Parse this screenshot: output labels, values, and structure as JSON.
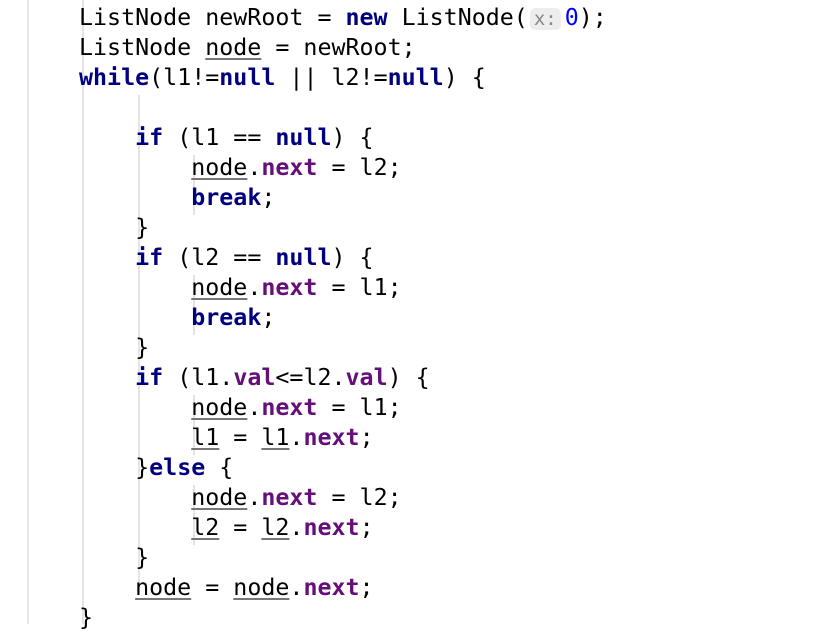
{
  "editor": {
    "lines": [
      [
        {
          "t": "ListNode newRoot = "
        },
        {
          "t": "new",
          "c": "kw"
        },
        {
          "t": " ListNode("
        },
        {
          "t": "x:",
          "c": "hint"
        },
        {
          "t": "0",
          "c": "num"
        },
        {
          "t": ");"
        }
      ],
      [
        {
          "t": "ListNode "
        },
        {
          "t": "node",
          "c": "var"
        },
        {
          "t": " = newRoot;"
        }
      ],
      [
        {
          "t": "while",
          "c": "kw"
        },
        {
          "t": "(l1!="
        },
        {
          "t": "null",
          "c": "kw"
        },
        {
          "t": " || l2!="
        },
        {
          "t": "null",
          "c": "kw"
        },
        {
          "t": ") {"
        }
      ],
      [],
      [
        {
          "t": "    "
        },
        {
          "t": "if",
          "c": "kw"
        },
        {
          "t": " (l1 == "
        },
        {
          "t": "null",
          "c": "kw"
        },
        {
          "t": ") {"
        }
      ],
      [
        {
          "t": "        "
        },
        {
          "t": "node",
          "c": "var"
        },
        {
          "t": "."
        },
        {
          "t": "next",
          "c": "field"
        },
        {
          "t": " = l2;"
        }
      ],
      [
        {
          "t": "        "
        },
        {
          "t": "break",
          "c": "kw"
        },
        {
          "t": ";"
        }
      ],
      [
        {
          "t": "    }"
        }
      ],
      [
        {
          "t": "    "
        },
        {
          "t": "if",
          "c": "kw"
        },
        {
          "t": " (l2 == "
        },
        {
          "t": "null",
          "c": "kw"
        },
        {
          "t": ") {"
        }
      ],
      [
        {
          "t": "        "
        },
        {
          "t": "node",
          "c": "var"
        },
        {
          "t": "."
        },
        {
          "t": "next",
          "c": "field"
        },
        {
          "t": " = l1;"
        }
      ],
      [
        {
          "t": "        "
        },
        {
          "t": "break",
          "c": "kw"
        },
        {
          "t": ";"
        }
      ],
      [
        {
          "t": "    }"
        }
      ],
      [
        {
          "t": "    "
        },
        {
          "t": "if",
          "c": "kw"
        },
        {
          "t": " (l1."
        },
        {
          "t": "val",
          "c": "field"
        },
        {
          "t": "<=l2."
        },
        {
          "t": "val",
          "c": "field"
        },
        {
          "t": ") {"
        }
      ],
      [
        {
          "t": "        "
        },
        {
          "t": "node",
          "c": "var"
        },
        {
          "t": "."
        },
        {
          "t": "next",
          "c": "field"
        },
        {
          "t": " = l1;"
        }
      ],
      [
        {
          "t": "        "
        },
        {
          "t": "l1",
          "c": "var"
        },
        {
          "t": " = "
        },
        {
          "t": "l1",
          "c": "var"
        },
        {
          "t": "."
        },
        {
          "t": "next",
          "c": "field"
        },
        {
          "t": ";"
        }
      ],
      [
        {
          "t": "    }"
        },
        {
          "t": "else",
          "c": "kw"
        },
        {
          "t": " {"
        }
      ],
      [
        {
          "t": "        "
        },
        {
          "t": "node",
          "c": "var"
        },
        {
          "t": "."
        },
        {
          "t": "next",
          "c": "field"
        },
        {
          "t": " = l2;"
        }
      ],
      [
        {
          "t": "        "
        },
        {
          "t": "l2",
          "c": "var"
        },
        {
          "t": " = "
        },
        {
          "t": "l2",
          "c": "var"
        },
        {
          "t": "."
        },
        {
          "t": "next",
          "c": "field"
        },
        {
          "t": ";"
        }
      ],
      [
        {
          "t": "    }"
        }
      ],
      [
        {
          "t": "    "
        },
        {
          "t": "node",
          "c": "var"
        },
        {
          "t": " = "
        },
        {
          "t": "node",
          "c": "var"
        },
        {
          "t": "."
        },
        {
          "t": "next",
          "c": "field"
        },
        {
          "t": ";"
        }
      ],
      [
        {
          "t": "}"
        }
      ]
    ]
  }
}
